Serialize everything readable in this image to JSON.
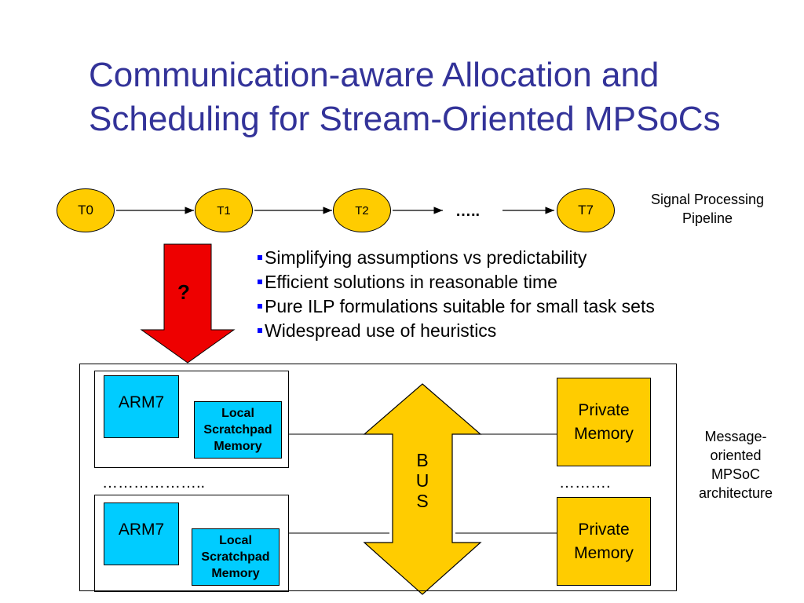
{
  "title": {
    "line1": "Communication-aware Allocation and",
    "line2": "Scheduling for Stream-Oriented MPSoCs"
  },
  "pipeline": {
    "tasks": [
      "T0",
      "T1",
      "T2",
      "T7"
    ],
    "ellipsis": "…..",
    "caption": "Signal Processing Pipeline"
  },
  "question_mark": "?",
  "bullets": [
    "Simplifying assumptions vs predictability",
    "Efficient solutions in reasonable time",
    "Pure ILP formulations suitable for small task sets",
    "Widespread use of heuristics"
  ],
  "architecture": {
    "processor_label": "ARM7",
    "scratchpad_label": "Local Scratchpad Memory",
    "private_memory_label": "Private Memory",
    "bus_letters": [
      "B",
      "U",
      "S"
    ],
    "left_dots": "………………..",
    "right_dots": "……….",
    "caption": "Message-oriented MPSoC architecture"
  },
  "colors": {
    "title": "#333399",
    "node_fill": "#ffcc00",
    "processor_fill": "#00ccff",
    "memory_fill": "#ffcc00",
    "arrow_red": "#ee0000",
    "bullet_marker": "#0000ff"
  }
}
